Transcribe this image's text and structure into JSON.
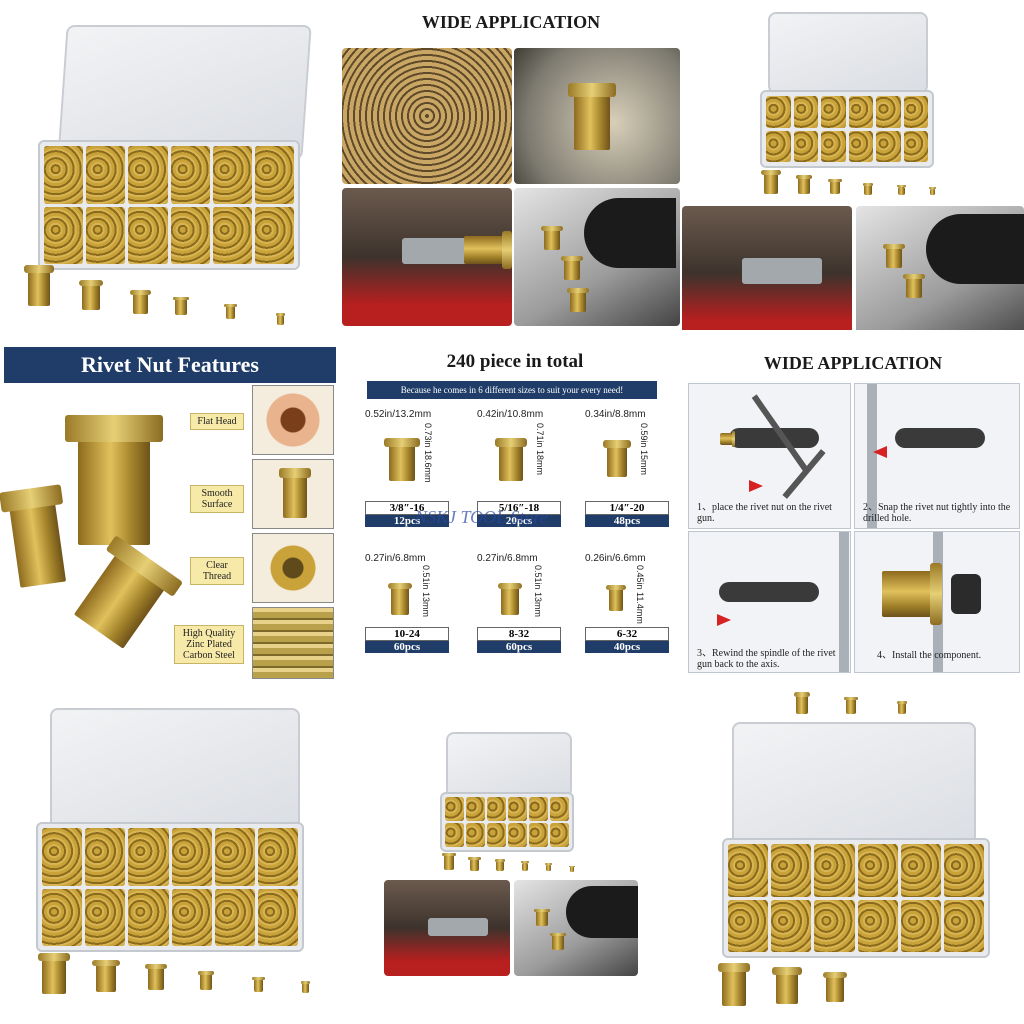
{
  "wide_application_top": "WIDE APPLICATION",
  "wide_application_mid": "WIDE APPLICATION",
  "features": {
    "title": "Rivet Nut Features",
    "items": [
      {
        "label": "Flat Head"
      },
      {
        "label": "Smooth Surface"
      },
      {
        "label": "Clear Thread"
      },
      {
        "label": "High Quality Zinc Plated Carbon Steel"
      }
    ]
  },
  "total": {
    "title": "240 piece in total",
    "banner": "Because he comes in 6 different sizes to suit your every need!",
    "watermark": "NSKJ TOOL Store",
    "sizes": [
      {
        "dia": "0.52in/13.2mm",
        "len": "0.73in 18.6mm",
        "size": "3/8″-16",
        "pcs": "12pcs"
      },
      {
        "dia": "0.42in/10.8mm",
        "len": "0.71in 18mm",
        "size": "5/16″-18",
        "pcs": "20pcs"
      },
      {
        "dia": "0.34in/8.8mm",
        "len": "0.59in 15mm",
        "size": "1/4″-20",
        "pcs": "48pcs"
      },
      {
        "dia": "0.27in/6.8mm",
        "len": "0.51in 13mm",
        "size": "10-24",
        "pcs": "60pcs"
      },
      {
        "dia": "0.27in/6.8mm",
        "len": "0.51in 13mm",
        "size": "8-32",
        "pcs": "60pcs"
      },
      {
        "dia": "0.26in/6.6mm",
        "len": "0.45in 11.4mm",
        "size": "6-32",
        "pcs": "40pcs"
      }
    ]
  },
  "steps": [
    {
      "caption": "1、place the rivet nut on the rivet gun."
    },
    {
      "caption": "2、Snap the rivet nut tightly into the drilled hole."
    },
    {
      "caption": "3、Rewind the spindle of the rivet gun back to the axis."
    },
    {
      "caption": "4、Install the component."
    }
  ],
  "colors": {
    "navy": "#1f3d68",
    "brass": "#c9a23a",
    "label_yellow": "#f7e9a8",
    "arrow_red": "#d62222"
  }
}
